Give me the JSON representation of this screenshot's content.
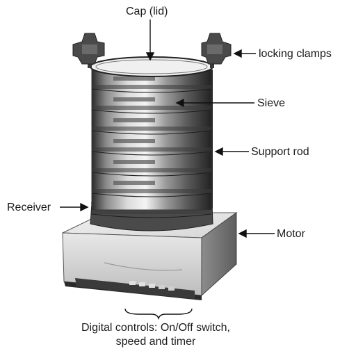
{
  "labels": {
    "cap": "Cap (lid)",
    "clamps": "locking clamps",
    "sieve": "Sieve",
    "support_rod": "Support rod",
    "receiver": "Receiver",
    "motor": "Motor",
    "controls": "Digital controls: On/Off switch, speed and timer"
  }
}
